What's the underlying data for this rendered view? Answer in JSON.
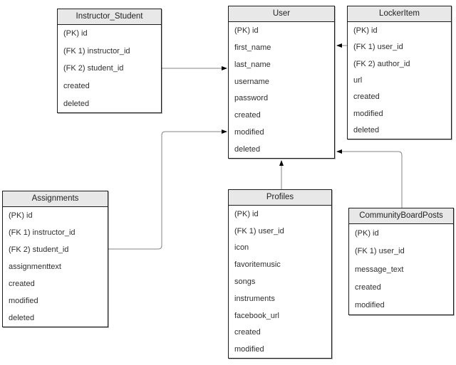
{
  "diagram": {
    "entities": [
      {
        "id": "instructor-student",
        "title": "Instructor_Student",
        "fields": [
          "(PK) id",
          "(FK 1) instructor_id",
          "(FK 2) student_id",
          "created",
          "deleted"
        ]
      },
      {
        "id": "user",
        "title": "User",
        "fields": [
          "(PK) id",
          "first_name",
          "last_name",
          "username",
          "password",
          "created",
          "modified",
          "deleted"
        ]
      },
      {
        "id": "lockeritem",
        "title": "LockerItem",
        "fields": [
          "(PK) id",
          "(FK 1) user_id",
          "(FK 2) author_id",
          "url",
          "created",
          "modified",
          "deleted"
        ]
      },
      {
        "id": "assignments",
        "title": "Assignments",
        "fields": [
          "(PK) id",
          "(FK 1) instructor_id",
          "(FK 2) student_id",
          "assignmenttext",
          "created",
          "modified",
          "deleted"
        ]
      },
      {
        "id": "profiles",
        "title": "Profiles",
        "fields": [
          "(PK) id",
          "(FK 1) user_id",
          "icon",
          "favoritemusic",
          "songs",
          "instruments",
          "facebook_url",
          "created",
          "modified"
        ]
      },
      {
        "id": "communityboardposts",
        "title": "CommunityBoardPosts",
        "fields": [
          "(PK) id",
          "(FK 1) user_id",
          "message_text",
          "created",
          "modified"
        ]
      }
    ],
    "relationships": [
      {
        "from": "Instructor_Student",
        "from_side": "right",
        "from_at_field": "(FK 2) student_id",
        "to": "User",
        "to_side": "left",
        "arrow_points_to": "User"
      },
      {
        "from": "Assignments",
        "from_side": "right",
        "from_at_field": "(FK 2) student_id",
        "to": "User",
        "to_side": "left",
        "arrow_points_to": "User"
      },
      {
        "from": "Profiles",
        "from_side": "top",
        "to": "User",
        "to_side": "bottom",
        "arrow_points_to": "User"
      },
      {
        "from": "LockerItem",
        "from_side": "left",
        "from_at_field": "(FK 1) user_id",
        "to": "User",
        "to_side": "right",
        "arrow_points_to": "User"
      },
      {
        "from": "CommunityBoardPosts",
        "from_side": "top",
        "to": "User",
        "to_side": "right",
        "arrow_points_to": "User"
      }
    ],
    "colors": {
      "canvas_bg": "#ffffff",
      "entity_header_bg": "#e8e8e8",
      "entity_border": "#1c1c1c",
      "connector_line": "#858585",
      "arrowhead": "#000000",
      "text": "#2e2e2e"
    }
  }
}
